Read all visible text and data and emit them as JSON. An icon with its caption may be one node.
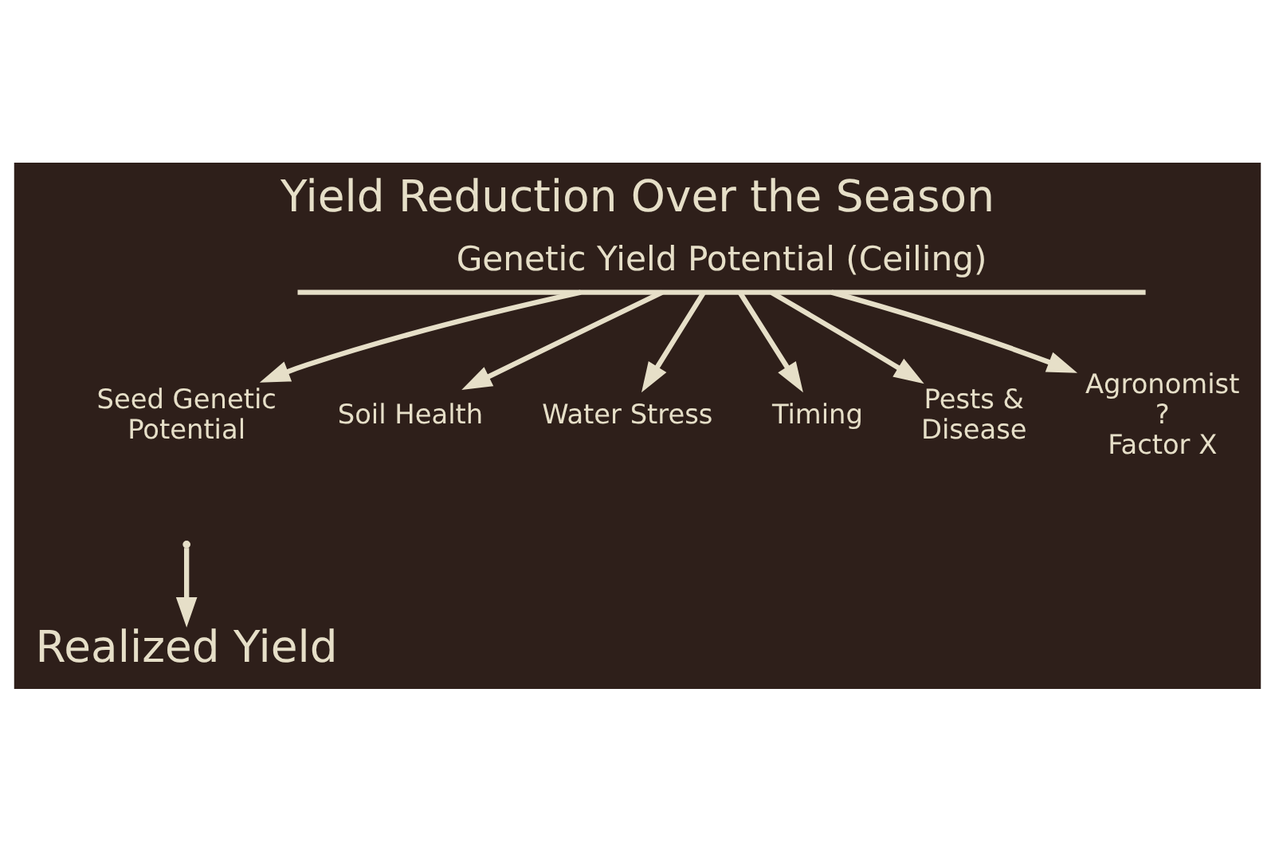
{
  "diagram": {
    "title": "Yield Reduction Over the Season",
    "nodes": [
      {
        "text": [
          "Genetic Yield Potential (Ceiling)"
        ]
      },
      {
        "text": [
          "Seed Genetic Potential"
        ]
      },
      {
        "text": [
          "Soil Health"
        ]
      },
      {
        "text": [
          "Water Stress"
        ]
      },
      {
        "text": [
          "Timing"
        ]
      },
      {
        "text": [
          "Pests & Disease"
        ]
      },
      {
        "text": [
          "Agronomist"
        ],
        "beside": [
          "?",
          "Factor X"
        ]
      },
      {
        "text": [
          "Realized Yield"
        ]
      }
    ],
    "edges": [
      {
        "from": 0,
        "to": 1,
        "arrow": "to"
      },
      {
        "from": 0,
        "to": 2,
        "arrow": "to"
      },
      {
        "from": 0,
        "to": 3,
        "arrow": "to"
      },
      {
        "from": 0,
        "to": 4,
        "arrow": "to"
      },
      {
        "from": 0,
        "to": 5,
        "arrow": "to"
      },
      {
        "from": 0,
        "to": 6,
        "arrow": "to"
      },
      {
        "from": null,
        "to": 7,
        "arrow": "to"
      }
    ]
  }
}
